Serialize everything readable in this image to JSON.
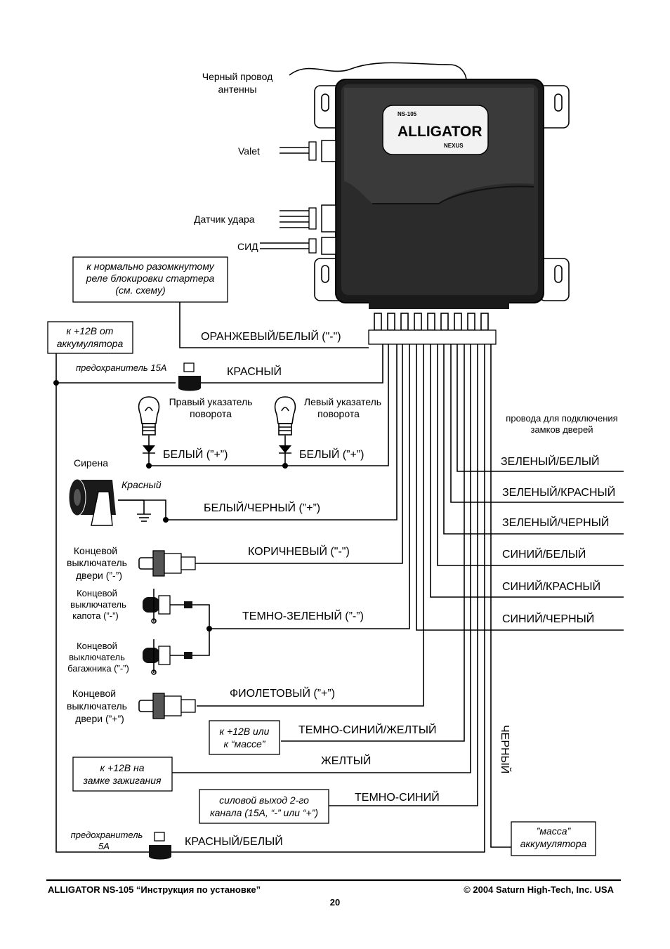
{
  "unit": {
    "brand_top": "NS-105",
    "brand_main": "ALLIGATOR",
    "brand_sub": "NEXUS"
  },
  "connectors": {
    "antenna_line1": "Черный провод",
    "antenna_line2": "антенны",
    "valet": "Valet",
    "shock": "Датчик удара",
    "led": "СИД"
  },
  "notes": {
    "starter_l1": "к нормально разомкнутому",
    "starter_l2": "реле блокировки стартера",
    "starter_l3": "(см. схему)",
    "battery_l1": "к +12В от",
    "battery_l2": "аккумулятора",
    "fuse15": "предохранитель 15А",
    "plus_or_mass_l1": "к +12В или",
    "plus_or_mass_l2": "к “массе”",
    "ignition_l1": "к +12В на",
    "ignition_l2": "замке зажигания",
    "ch2_l1": "силовой выход 2-го",
    "ch2_l2": "канала (15А, “-” или “+”)",
    "fuse5_l1": "предохранитель",
    "fuse5_l2": "5А",
    "ground_l1": "”масса”",
    "ground_l2": "аккумулятора",
    "locks_l1": "провода для подключения",
    "locks_l2": "замков дверей"
  },
  "devices": {
    "right_turn_l1": "Правый указатель",
    "right_turn_l2": "поворота",
    "left_turn_l1": "Левый указатель",
    "left_turn_l2": "поворота",
    "siren": "Сирена",
    "siren_red": "Красный",
    "door_minus_l1": "Концевой",
    "door_minus_l2": "выключатель",
    "door_minus_l3": "двери (”-”)",
    "hood_l1": "Концевой",
    "hood_l2": "выключатель",
    "hood_l3": "капота (”-”)",
    "trunk_l1": "Концевой",
    "trunk_l2": "выключатель",
    "trunk_l3": "багажника (”-”)",
    "door_plus_l1": "Концевой",
    "door_plus_l2": "выключатель",
    "door_plus_l3": "двери (”+”)"
  },
  "wires": {
    "orange_white": "ОРАНЖЕВЫЙ/БЕЛЫЙ (\"-\")",
    "red": "КРАСНЫЙ",
    "white_right": "БЕЛЫЙ (”+”)",
    "white_left": "БЕЛЫЙ (”+”)",
    "white_black": "БЕЛЫЙ/ЧЕРНЫЙ (”+”)",
    "brown": "КОРИЧНЕВЫЙ (\"-\")",
    "dark_green": "ТЕМНО-ЗЕЛЕНЫЙ (”-”)",
    "violet": "ФИОЛЕТОВЫЙ (”+”)",
    "dark_blue_yellow": "ТЕМНО-СИНИЙ/ЖЕЛТЫЙ",
    "yellow": "ЖЕЛТЫЙ",
    "dark_blue": "ТЕМНО-СИНИЙ",
    "red_white": "КРАСНЫЙ/БЕЛЫЙ",
    "black": "ЧЕРНЫЙ",
    "green_white": "ЗЕЛЕНЫЙ/БЕЛЫЙ",
    "green_red": "ЗЕЛЕНЫЙ/КРАСНЫЙ",
    "green_black": "ЗЕЛЕНЫЙ/ЧЕРНЫЙ",
    "blue_white": "СИНИЙ/БЕЛЫЙ",
    "blue_red": "СИНИЙ/КРАСНЫЙ",
    "blue_black": "СИНИЙ/ЧЕРНЫЙ"
  },
  "footer": {
    "left": "ALLIGATOR NS-105 “Инструкция по установке”",
    "right": "© 2004 Saturn High-Tech, Inc. USA",
    "page": "20"
  }
}
